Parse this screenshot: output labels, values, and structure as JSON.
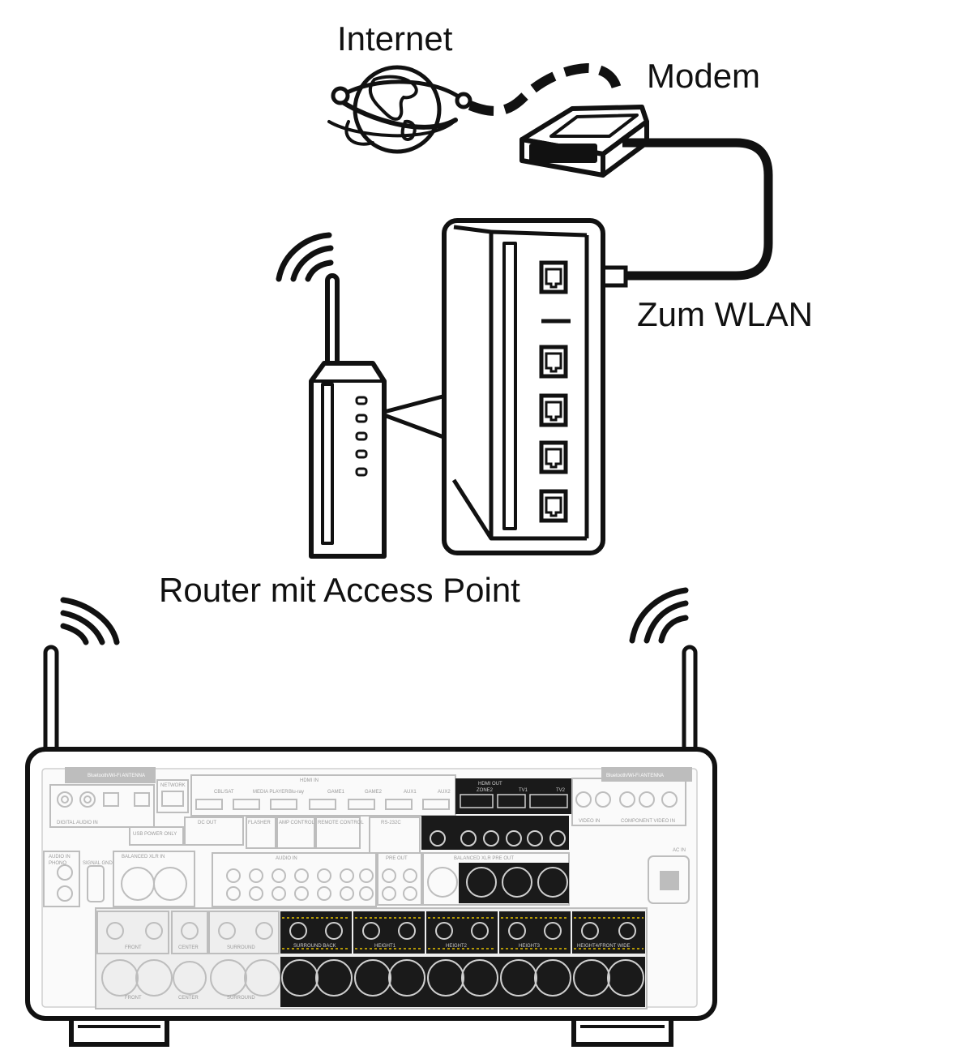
{
  "labels": {
    "internet": "Internet",
    "modem": "Modem",
    "to_wlan": "Zum WLAN",
    "router": "Router mit Access Point"
  },
  "receiver_panel": {
    "bt_wifi_antenna": "Bluetooth/Wi-Fi ANTENNA",
    "network": "NETWORK",
    "hdmi_in": "HDMI IN",
    "hdmi_out": "HDMI OUT",
    "ac_in": "AC IN",
    "hdmi_inputs": [
      "CBL/SAT",
      "MEDIA PLAYER",
      "Blu-ray",
      "GAME1",
      "GAME2",
      "AUX1",
      "AUX2"
    ],
    "hdmi_outputs": [
      "ZONE2",
      "TV1",
      "TV2"
    ],
    "digital_audio_in": "DIGITAL AUDIO IN",
    "usb_power": "USB POWER ONLY",
    "dc_out": "DC OUT",
    "flasher": "FLASHER",
    "amp_control": "AMP CONTROL",
    "remote_control": "REMOTE CONTROL",
    "rs232c": "RS-232C",
    "audio_in": "AUDIO IN",
    "phono": "PHONO",
    "signal_gnd": "SIGNAL GND",
    "balanced_xlr_in": "BALANCED XLR IN",
    "pre_out": "PRE OUT",
    "balanced_xlr_pre_out": "BALANCED XLR PRE OUT",
    "speaker_groups": [
      "FRONT",
      "CENTER",
      "SURROUND",
      "SURROUND BACK",
      "HEIGHT1",
      "HEIGHT2",
      "HEIGHT3",
      "HEIGHT4/FRONT WIDE"
    ],
    "component_video_in": "COMPONENT VIDEO IN",
    "video_in": "VIDEO IN"
  },
  "colors": {
    "line": "#111111",
    "panel_gray": "#bdbdbd",
    "panel_dark": "#1a1a1a",
    "highlight": "#e6c200"
  }
}
